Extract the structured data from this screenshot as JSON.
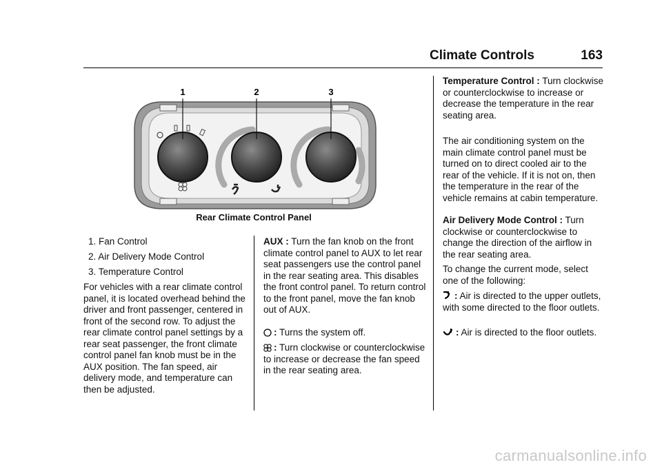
{
  "header": {
    "title": "Climate Controls",
    "page_number": "163"
  },
  "figure": {
    "callouts": [
      "1",
      "2",
      "3"
    ],
    "caption": "Rear Climate Control Panel"
  },
  "list": [
    "1.  Fan Control",
    "2.  Air Delivery Mode Control",
    "3.  Temperature Control"
  ],
  "col1": {
    "paragraph": "For vehicles with a rear climate control panel, it is located overhead behind the driver and front passenger, centered in front of the second row. To adjust the rear climate control panel settings by a rear seat passenger, the front climate control panel fan knob must be in the AUX position. The fan speed, air delivery mode, and temperature can then be adjusted."
  },
  "col2": {
    "aux_term": "AUX :",
    "aux_text": "Turn the fan knob on the front climate control panel to AUX to let rear seat passengers use the control panel in the rear seating area. This disables the front control panel. To return control to the front panel, move the fan knob out of AUX.",
    "off_term": ":",
    "off_text": "Turns the system off.",
    "fan_term": ":",
    "fan_text": "Turn clockwise or counterclockwise to increase or decrease the fan speed in the rear seating area."
  },
  "col3": {
    "temp_term": "Temperature Control :",
    "temp_text": "Turn clockwise or counterclockwise to increase or decrease the temperature in the rear seating area.",
    "ac_text": "The air conditioning system on the main climate control panel must be turned on to direct cooled air to the rear of the vehicle. If it is not on, then the temperature in the rear of the vehicle remains at cabin temperature.",
    "mode_term": "Air Delivery Mode Control :",
    "mode_text": "Turn clockwise or counterclockwise to change the direction of the airflow in the rear seating area.",
    "select_text": "To change the current mode, select one of the following:",
    "vent_term": ":",
    "vent_text": "Air is directed to the upper outlets, with some directed to the floor outlets.",
    "floor_term": ":",
    "floor_text": "Air is directed to the floor outlets."
  },
  "icons": [
    "fan-icon",
    "off-icon",
    "vent-mode-icon",
    "floor-mode-icon"
  ],
  "watermark": "carmanualsonline.info"
}
